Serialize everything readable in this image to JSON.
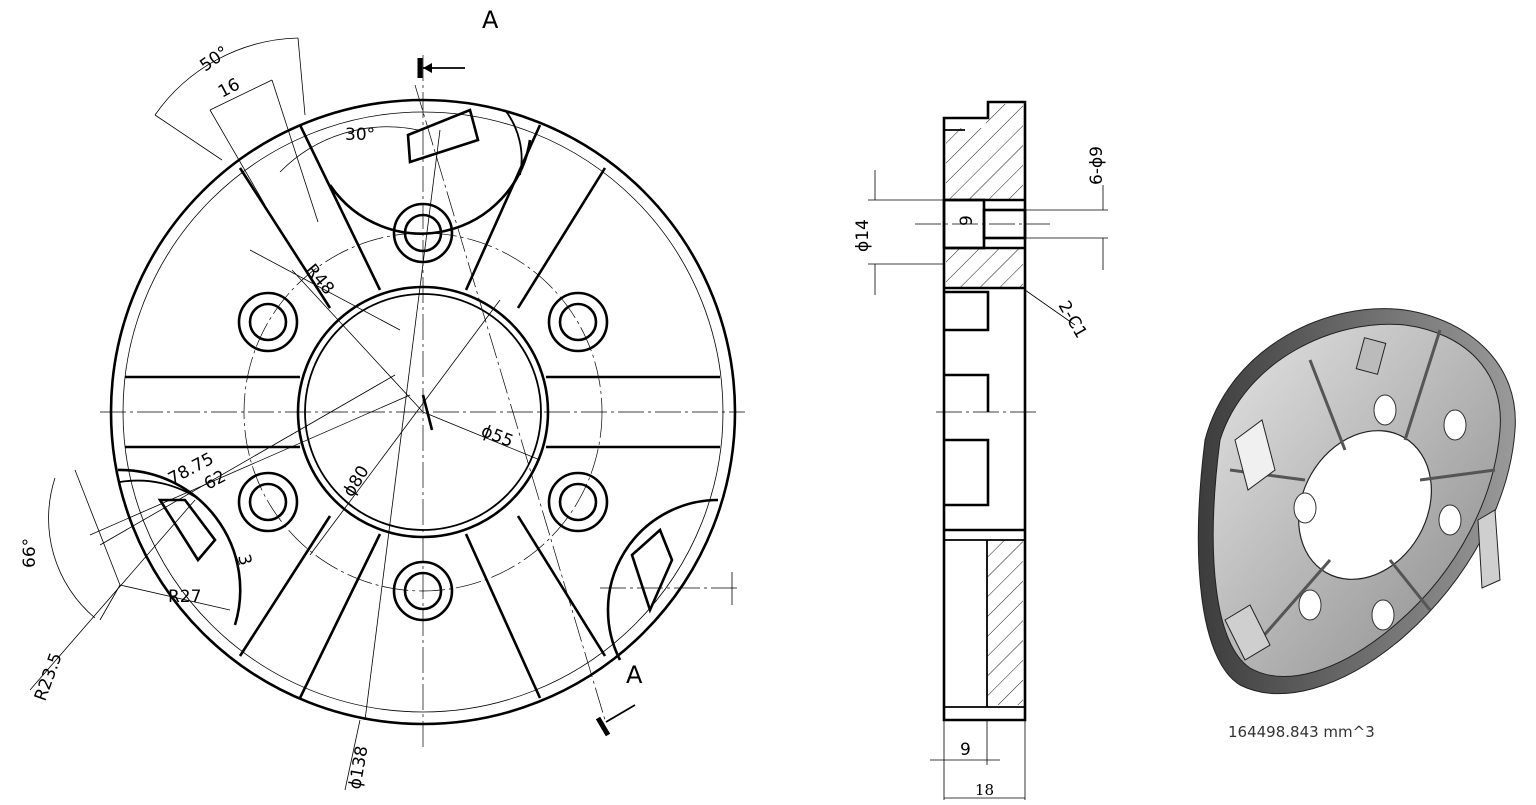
{
  "section_label_top": "A",
  "section_label_bottom": "A",
  "dimensions": {
    "angle_50": "50°",
    "len_16": "16",
    "angle_30": "30°",
    "radius_48": "R48",
    "dia_55": "ϕ55",
    "dia_80": "ϕ80",
    "len_78_75": "78.75",
    "len_62": "62",
    "len_3": "3",
    "angle_66": "66°",
    "radius_27": "R27",
    "radius_23_5": "R23.5",
    "dia_138": "ϕ138",
    "holes_6_dia_9": "6-ϕ9",
    "dia_14": "ϕ14",
    "len_9_side": "9",
    "chamfer_2_c1": "2-C1",
    "len_9_bottom": "9",
    "len_18": "18"
  },
  "volume": "164498.843 mm^3",
  "colors": {
    "line": "#000000",
    "shade_dark": "#555555",
    "shade_light": "#d8d8d8"
  }
}
